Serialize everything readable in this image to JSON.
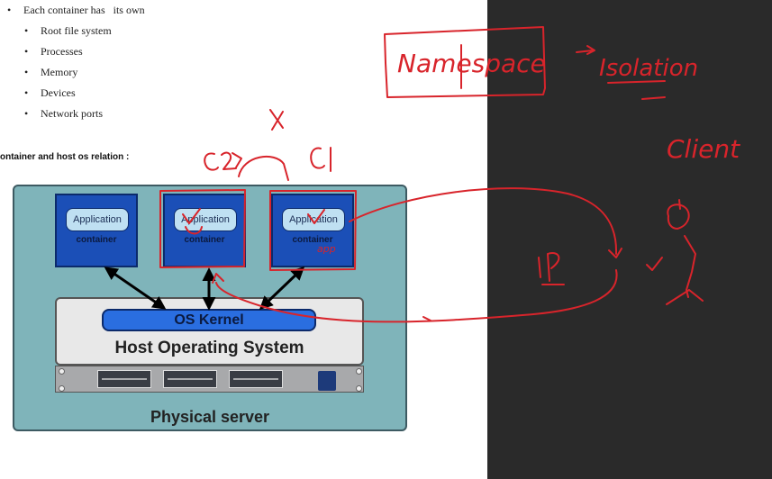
{
  "bullets": {
    "marker": "•",
    "intro": "Each container has   its own",
    "items": [
      "Root file system",
      "Processes",
      "Memory",
      "Devices",
      "Network ports"
    ]
  },
  "section_heading": "ontainer and host os relation :",
  "diagram": {
    "containers": [
      {
        "app": "Application",
        "label": "container"
      },
      {
        "app": "Application",
        "label": "container"
      },
      {
        "app": "Application",
        "label": "container"
      }
    ],
    "kernel": "OS Kernel",
    "host_os": "Host Operating System",
    "physical": "Physical server"
  },
  "annotations": {
    "namespace": "Namespace",
    "isolation": "Isolation",
    "client": "Client",
    "c1": "C1",
    "c2": "C2",
    "x_mark": "X",
    "ip": "IP",
    "app_note": "app"
  },
  "colors": {
    "ink": "#d8242b",
    "dark_panel": "#2a2a2a",
    "server_fill": "#7fb4ba",
    "container_fill": "#1b4fb7",
    "kernel_fill": "#2a6ee0"
  }
}
